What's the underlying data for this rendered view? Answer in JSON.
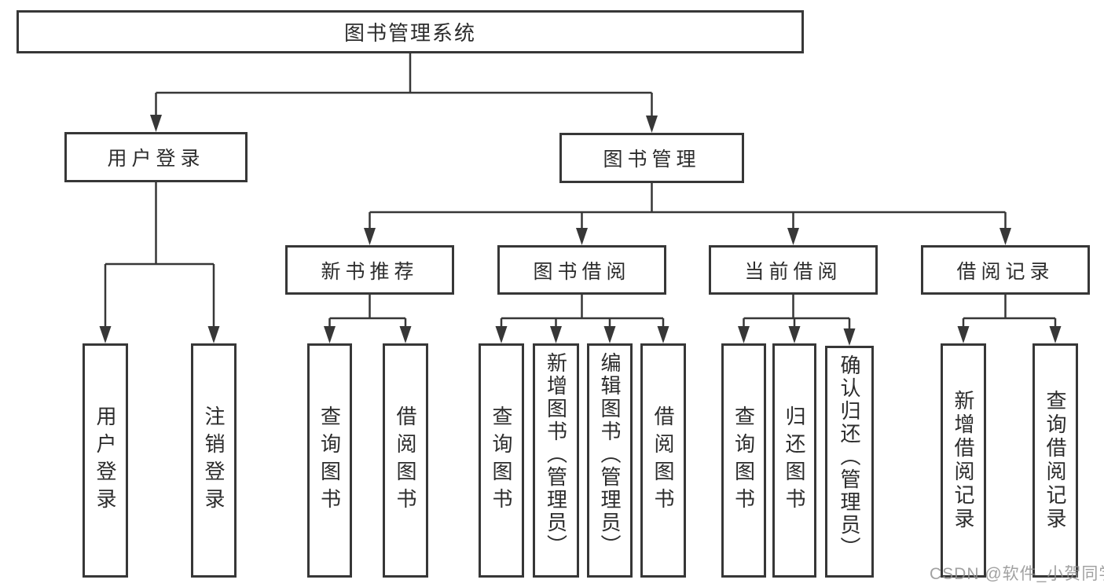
{
  "diagram": {
    "title": "图书管理系统",
    "branches": [
      {
        "label": "用户登录",
        "children": [
          {
            "label": "用户登录"
          },
          {
            "label": "注销登录"
          }
        ]
      },
      {
        "label": "图书管理",
        "children": [
          {
            "label": "新书推荐",
            "children": [
              {
                "label": "查询图书"
              },
              {
                "label": "借阅图书"
              }
            ]
          },
          {
            "label": "图书借阅",
            "children": [
              {
                "label": "查询图书"
              },
              {
                "label": "新增图书（管理员）"
              },
              {
                "label": "编辑图书（管理员）"
              },
              {
                "label": "借阅图书"
              }
            ]
          },
          {
            "label": "当前借阅",
            "children": [
              {
                "label": "查询图书"
              },
              {
                "label": "归还图书"
              },
              {
                "label": "确认归还（管理员）"
              }
            ]
          },
          {
            "label": "借阅记录",
            "children": [
              {
                "label": "新增借阅记录"
              },
              {
                "label": "查询借阅记录"
              }
            ]
          }
        ]
      }
    ]
  },
  "watermark": {
    "text": "CSDN @软件_小贺同学"
  },
  "colors": {
    "line": "#373737",
    "text": "#2c2c2c",
    "background": "#ffffff",
    "watermark": "rgba(145,145,145,0.85)"
  }
}
